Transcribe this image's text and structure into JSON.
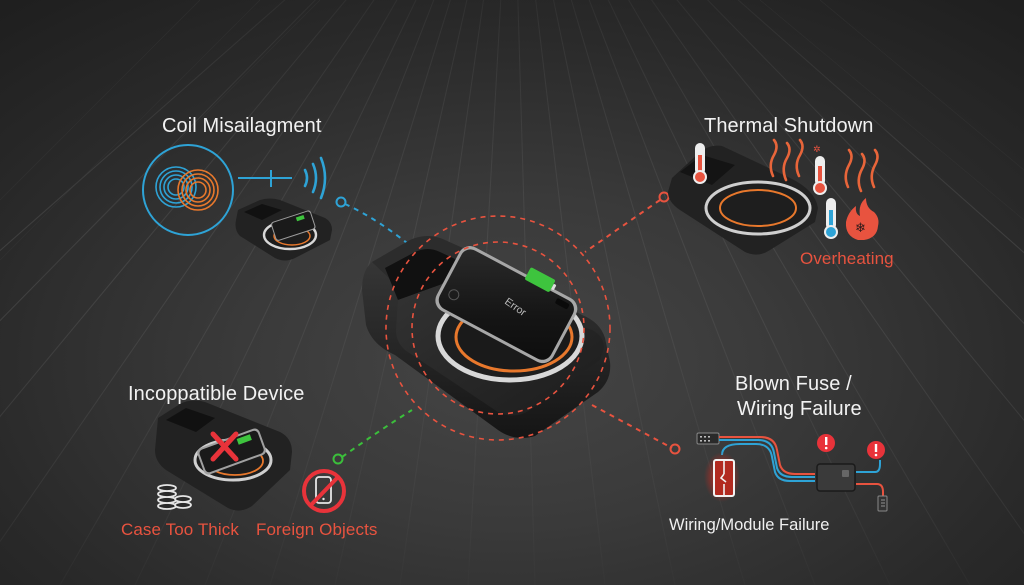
{
  "diagram": {
    "topic": "Wireless phone charging pad failure causes",
    "colors": {
      "background": "#2e2e2e",
      "grid": "#4a4a4a",
      "alert_red": "#e8533f",
      "accent_blue": "#2ea3d6",
      "accent_orange": "#e8782c",
      "accent_green": "#3bbf3b",
      "battery_green": "#3ec43e",
      "label_white": "#f2f2f2"
    },
    "center": {
      "name": "Wireless Charging Pad",
      "phone_screen_text": "Error",
      "battery_icon": "battery-full-icon"
    },
    "sections": {
      "coil_misalignment": {
        "title": "Coil Misailagment",
        "icons": [
          "coil-overlap-icon",
          "signal-waves-icon",
          "charging-pad-mini-icon"
        ],
        "connector_color": "#2ea3d6"
      },
      "thermal_shutdown": {
        "title": "Thermal Shutdown",
        "sublabel": "Overheating",
        "icons": [
          "thermometer-hot-icon",
          "heat-waves-icon",
          "thermometer-cold-icon",
          "flame-snowflake-icon"
        ],
        "connector_color": "#e8533f"
      },
      "incompatible_device": {
        "title": "Incoppatible Device",
        "sublabels": [
          "Case Too Thick",
          "Foreign Objects"
        ],
        "icons": [
          "red-x-icon",
          "coin-stack-icon",
          "no-phone-icon"
        ],
        "connector_color": "#3bbf3b"
      },
      "blown_fuse": {
        "title_line1": "Blown Fuse /",
        "title_line2": "Wiring Failure",
        "sublabel": "Wiring/Module Failure",
        "icons": [
          "connector-plug-icon",
          "blown-fuse-icon",
          "warning-icon",
          "module-box-icon",
          "sensor-icon"
        ],
        "connector_color": "#e8533f"
      }
    }
  }
}
